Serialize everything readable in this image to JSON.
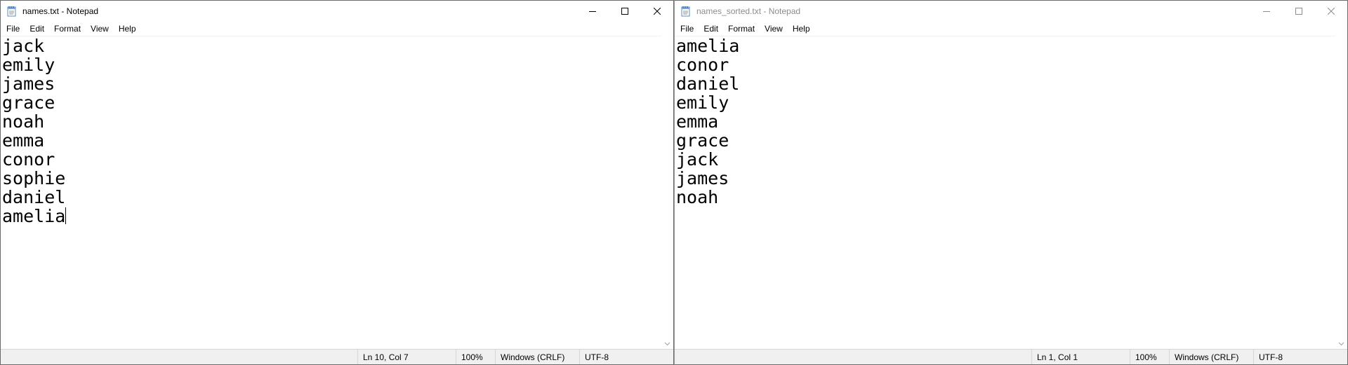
{
  "left_window": {
    "title": "names.txt - Notepad",
    "menu": [
      "File",
      "Edit",
      "Format",
      "View",
      "Help"
    ],
    "lines": [
      "jack",
      "emily",
      "james",
      "grace",
      "noah",
      "emma",
      "conor",
      "sophie",
      "daniel",
      "amelia"
    ],
    "status": {
      "position": "Ln 10, Col 7",
      "zoom": "100%",
      "line_ending": "Windows (CRLF)",
      "encoding": "UTF-8"
    }
  },
  "right_window": {
    "title": "names_sorted.txt - Notepad",
    "menu": [
      "File",
      "Edit",
      "Format",
      "View",
      "Help"
    ],
    "lines": [
      "amelia",
      "conor",
      "daniel",
      "emily",
      "emma",
      "grace",
      "jack",
      "james",
      "noah"
    ],
    "status": {
      "position": "Ln 1, Col 1",
      "zoom": "100%",
      "line_ending": "Windows (CRLF)",
      "encoding": "UTF-8"
    }
  },
  "icons": {
    "app": "notepad-icon",
    "minimize": "minimize-icon",
    "maximize": "maximize-icon",
    "close": "close-icon",
    "scroll_down": "chevron-down-icon"
  },
  "colors": {
    "active_title_text": "#000000",
    "inactive_title_text": "#8c8c8c",
    "statusbar_bg": "#f0f0f0"
  }
}
